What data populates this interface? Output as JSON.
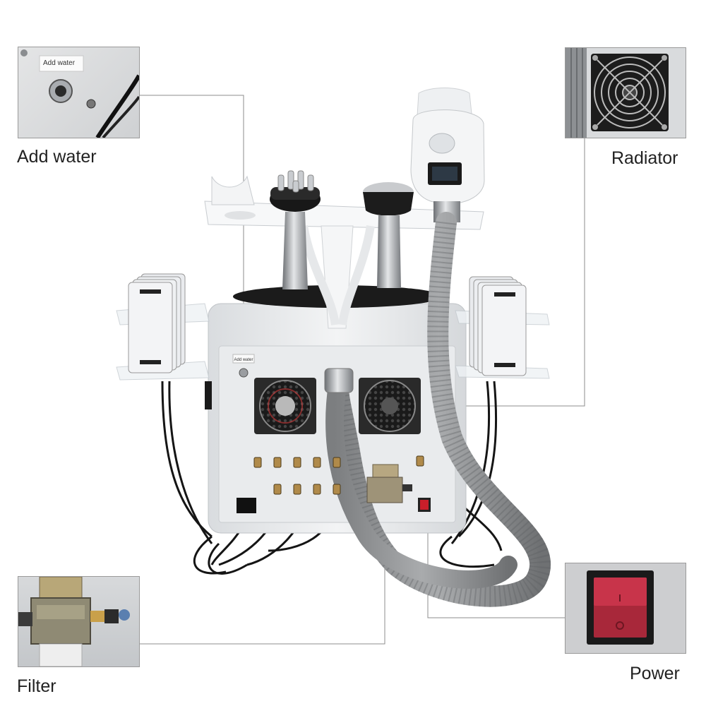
{
  "callouts": {
    "add_water": "Add water",
    "radiator": "Radiator",
    "filter": "Filter",
    "power": "Power"
  },
  "insets": {
    "add_water_sticker": "Add water"
  },
  "device": {
    "panel_sticker": "Add water"
  }
}
